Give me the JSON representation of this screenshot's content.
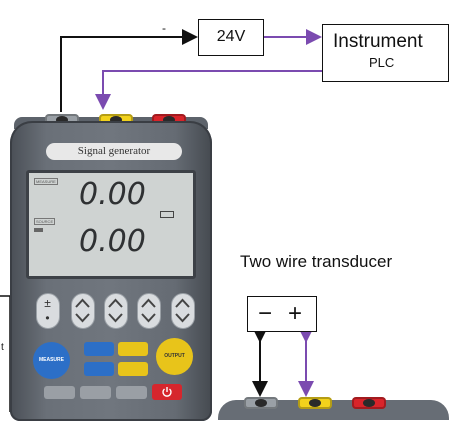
{
  "diagram": {
    "box_24v": "24V",
    "instrument_line1": "Instrument",
    "instrument_line2": "PLC",
    "minus_mark": "-",
    "transducer_title": "Two wire transducer",
    "transducer_minus": "−",
    "transducer_plus": "+",
    "clipped_left_label": "t"
  },
  "device": {
    "name_plate": "Signal generator",
    "reading_top": "0.00",
    "reading_bottom": "0.00",
    "keys": {
      "plus_minus": "±",
      "dot": "•",
      "measure": "MEASURE",
      "output": "OUTPUT"
    }
  },
  "colors": {
    "wire_black": "#111111",
    "wire_purple": "#7b4bb0",
    "jack_yellow": "#f2d21c",
    "jack_red": "#d9242a",
    "jack_gray": "#9aa0a6",
    "btn_blue": "#2c6fc7",
    "btn_yellow": "#e8c41a",
    "btn_red": "#d6262d"
  }
}
